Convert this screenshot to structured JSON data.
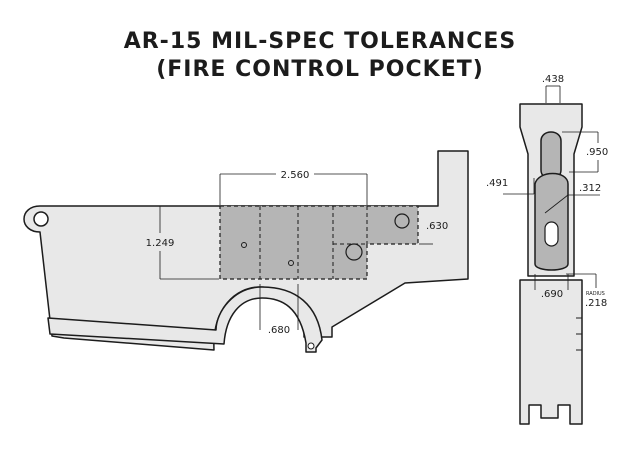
{
  "title": {
    "line1": "AR-15 MIL-SPEC TOLERANCES",
    "line2": "(FIRE CONTROL POCKET)"
  },
  "side_view": {
    "dims": {
      "pocket_length": "2.560",
      "pocket_depth": "1.249",
      "rear_depth": ".630",
      "trigger_slot": ".680"
    }
  },
  "top_view": {
    "dims": {
      "top_width": ".438",
      "upper_slot": ".950",
      "slot_width": ".491",
      "hole_dim": ".312",
      "bottom_width": ".690",
      "radius_label": "RADIUS",
      "radius_value": ".218"
    }
  },
  "colors": {
    "ink": "#1c1c1c",
    "receiver_fill": "#e8e8e8",
    "pocket_fill": "#b5b5b5"
  }
}
